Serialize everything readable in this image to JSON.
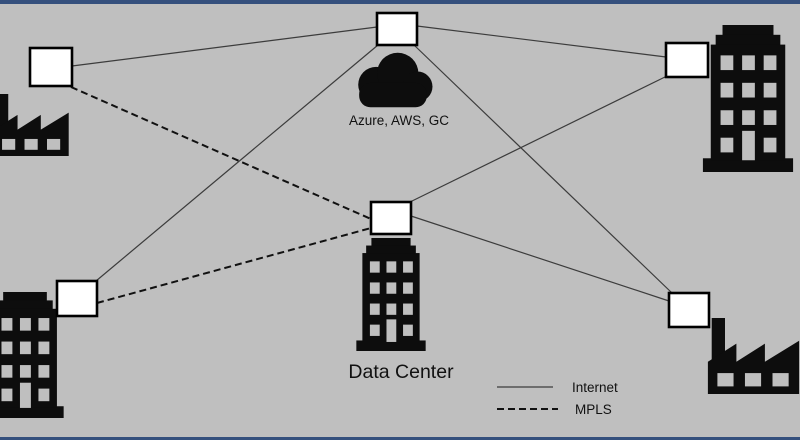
{
  "labels": {
    "cloud": "Azure, AWS, GC",
    "data_center": "Data Center"
  },
  "legend": {
    "items": [
      {
        "label": "Internet",
        "line_style": "solid"
      },
      {
        "label": "MPLS",
        "line_style": "dashed"
      }
    ]
  },
  "nodes": [
    {
      "id": "site-a-router",
      "icon": "factory-icon",
      "position": "top-left"
    },
    {
      "id": "cloud-router",
      "icon": "cloud-icon",
      "label": "Azure, AWS, GC",
      "position": "top-center"
    },
    {
      "id": "site-b-router",
      "icon": "office-building-icon",
      "position": "top-right"
    },
    {
      "id": "data-center-router",
      "icon": "office-building-icon",
      "label": "Data Center",
      "position": "center"
    },
    {
      "id": "site-c-router",
      "icon": "office-building-icon",
      "position": "bottom-left"
    },
    {
      "id": "site-d-router",
      "icon": "factory-icon",
      "position": "bottom-right"
    }
  ],
  "edges": [
    {
      "from": "site-a-router",
      "to": "cloud-router",
      "type": "Internet"
    },
    {
      "from": "cloud-router",
      "to": "site-b-router",
      "type": "Internet"
    },
    {
      "from": "cloud-router",
      "to": "site-c-router",
      "type": "Internet"
    },
    {
      "from": "cloud-router",
      "to": "site-d-router",
      "type": "Internet"
    },
    {
      "from": "data-center-router",
      "to": "site-b-router",
      "type": "Internet"
    },
    {
      "from": "data-center-router",
      "to": "site-d-router",
      "type": "Internet"
    },
    {
      "from": "site-a-router",
      "to": "data-center-router",
      "type": "MPLS"
    },
    {
      "from": "site-c-router",
      "to": "data-center-router",
      "type": "MPLS"
    }
  ],
  "colors": {
    "background": "#bfbfbf",
    "slide_border": "#35507d",
    "icon": "#0d0d0d",
    "internet_line": "#3c3c3c",
    "mpls_line": "#111111",
    "node_fill": "#ffffff",
    "node_stroke": "#000000"
  }
}
